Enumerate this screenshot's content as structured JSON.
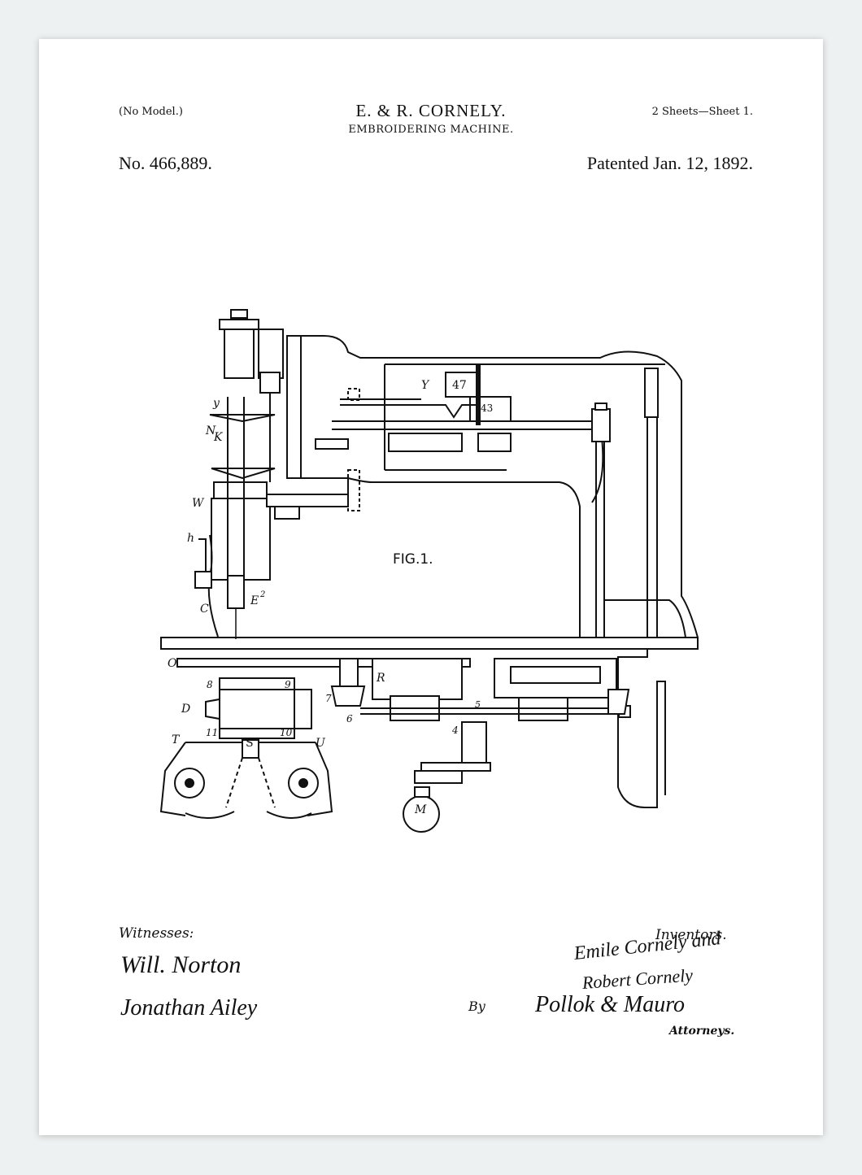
{
  "header": {
    "no_model": "(No Model.)",
    "title": "E. & R. CORNELY.",
    "subtitle": "EMBROIDERING MACHINE.",
    "sheets": "2 Sheets—Sheet 1.",
    "patent_number": "No. 466,889.",
    "patent_date": "Patented Jan. 12, 1892."
  },
  "figure": {
    "label": "FIG.1.",
    "letters": {
      "y": "y",
      "N": "N",
      "K": "K",
      "W": "W",
      "h": "h",
      "C": "C",
      "E2": "E",
      "E2_sup": "2",
      "Y": "Y",
      "n47": "47",
      "n43": "43",
      "O": "O",
      "R": "R",
      "n8": "8",
      "n9": "9",
      "n7": "7",
      "n5": "5",
      "D": "D",
      "n6": "6",
      "n4": "4",
      "n11": "11",
      "n10": "10",
      "T": "T",
      "S": "S",
      "U": "U",
      "M": "M"
    }
  },
  "signatures": {
    "witnesses_label": "Witnesses:",
    "witness_1": "Will. Norton",
    "witness_2": "Jonathan Ailey",
    "inventors_label": "Inventors.",
    "inventor_1": "Emile Cornely and",
    "inventor_2": "Robert Cornely",
    "by_label": "By",
    "attorney_signature": "Pollok & Mauro",
    "attorneys_label": "Attorneys."
  }
}
